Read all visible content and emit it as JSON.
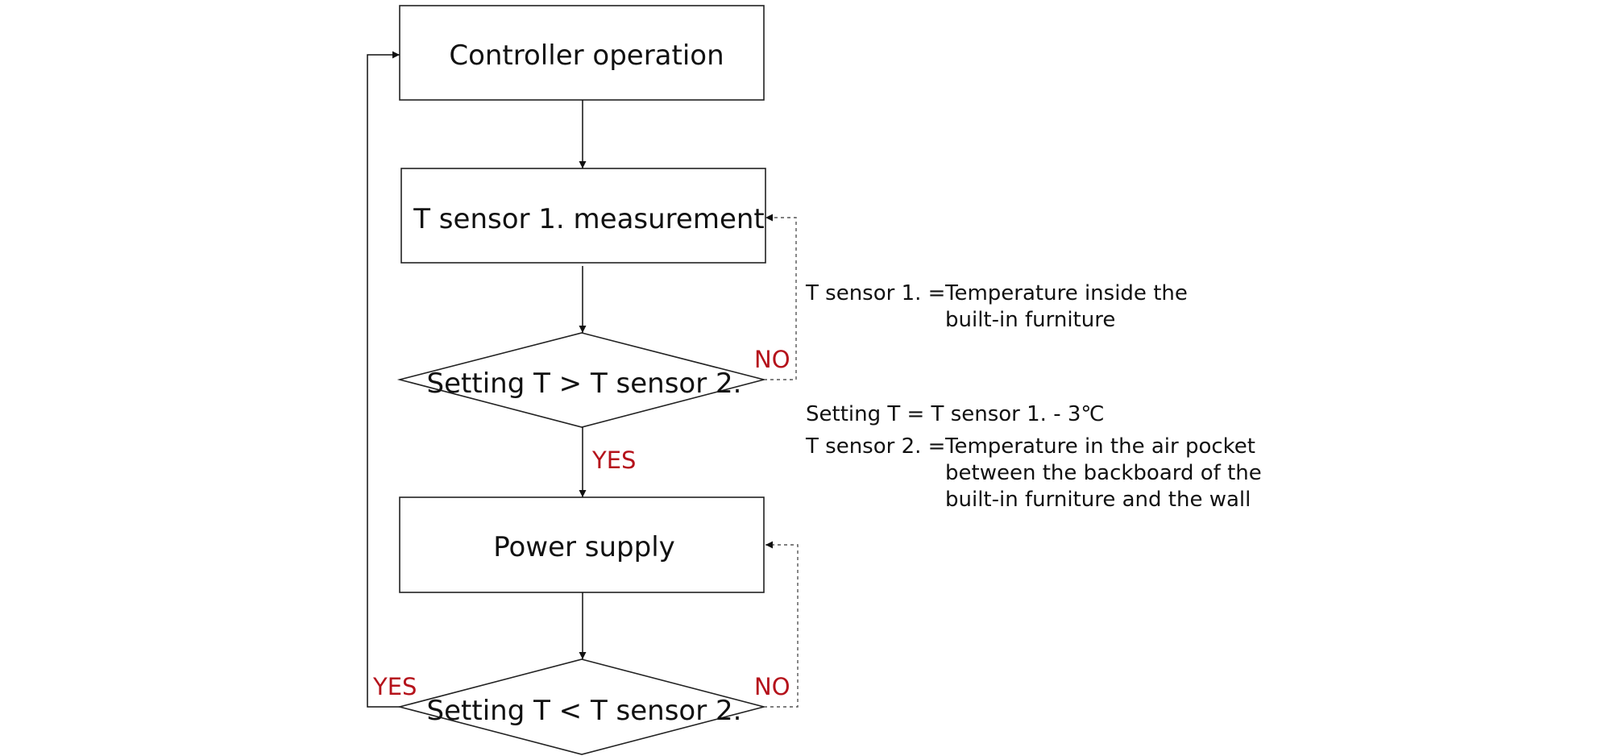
{
  "nodes": {
    "controller_operation": "Controller operation",
    "t_sensor_measurement": "T sensor 1. measurement",
    "decision_greater": "Setting T > T sensor 2.",
    "power_supply": "Power supply",
    "decision_less": "Setting T < T sensor 2."
  },
  "edge_labels": {
    "no_top": "NO",
    "yes_middle": "YES",
    "no_bottom": "NO",
    "yes_bottom": "YES"
  },
  "legend": [
    {
      "term": "T sensor 1. =",
      "definition": [
        "Temperature inside the",
        "built-in furniture"
      ]
    },
    {
      "term": "Setting T = T sensor 1. - 3℃",
      "definition": []
    },
    {
      "term": "T sensor 2. =",
      "definition": [
        "Temperature in the air pocket",
        "between the backboard of the",
        "built-in furniture and the wall"
      ]
    }
  ],
  "colors": {
    "label_red": "#b5121b",
    "line": "#111111"
  }
}
